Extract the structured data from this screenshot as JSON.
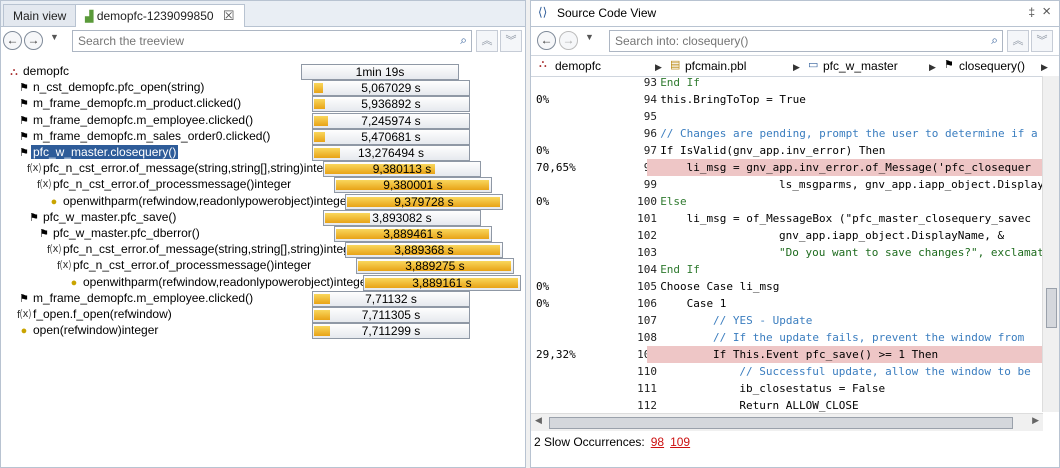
{
  "left": {
    "tabs": [
      {
        "label": "Main view"
      },
      {
        "label": "demopfc-1239099850",
        "close": "☒"
      }
    ],
    "search_placeholder": "Search the treeview",
    "tree": [
      {
        "label": "demopfc",
        "value": "1min 19s",
        "fill": 0,
        "icon": "app-icon"
      },
      {
        "label": "n_cst_demopfc.pfc_open(string)",
        "value": "5,067029 s",
        "fill": 0.06,
        "icon": "event-icon"
      },
      {
        "label": "m_frame_demopfc.m_product.clicked()",
        "value": "5,936892 s",
        "fill": 0.07,
        "icon": "event-icon"
      },
      {
        "label": "m_frame_demopfc.m_employee.clicked()",
        "value": "7,245974 s",
        "fill": 0.09,
        "icon": "event-icon"
      },
      {
        "label": "m_frame_demopfc.m_sales_order0.clicked()",
        "value": "5,470681 s",
        "fill": 0.07,
        "icon": "event-icon"
      },
      {
        "label": "pfc_w_master.closequery()",
        "value": "13,276494 s",
        "fill": 0.17,
        "icon": "event-icon"
      },
      {
        "label": "pfc_n_cst_error.of_message(string,string[],string)integer",
        "value": "9,380113 s",
        "fill": 0.71,
        "icon": "function-icon"
      },
      {
        "label": "pfc_n_cst_error.of_processmessage()integer",
        "value": "9,380001 s",
        "fill": 0.99,
        "icon": "function-icon"
      },
      {
        "label": "openwithparm(refwindow,readonlypowerobject)integer",
        "value": "9,379728 s",
        "fill": 0.99,
        "icon": "system-function-icon"
      },
      {
        "label": "pfc_w_master.pfc_save()",
        "value": "3,893082 s",
        "fill": 0.29,
        "icon": "event-icon"
      },
      {
        "label": "pfc_w_master.pfc_dberror()",
        "value": "3,889461 s",
        "fill": 0.99,
        "icon": "event-icon"
      },
      {
        "label": "pfc_n_cst_error.of_message(string,string[],string)integer",
        "value": "3,889368 s",
        "fill": 0.99,
        "icon": "function-icon"
      },
      {
        "label": "pfc_n_cst_error.of_processmessage()integer",
        "value": "3,889275 s",
        "fill": 0.99,
        "icon": "function-icon"
      },
      {
        "label": "openwithparm(refwindow,readonlypowerobject)integer",
        "value": "3,889161 s",
        "fill": 0.99,
        "icon": "system-function-icon"
      },
      {
        "label": "m_frame_demopfc.m_employee.clicked()",
        "value": "7,71132 s",
        "fill": 0.1,
        "icon": "event-icon"
      },
      {
        "label": "f_open.f_open(refwindow)",
        "value": "7,711305 s",
        "fill": 0.1,
        "icon": "function-icon"
      },
      {
        "label": "open(refwindow)integer",
        "value": "7,711299 s",
        "fill": 0.1,
        "icon": "system-function-icon"
      }
    ]
  },
  "right": {
    "title": "Source Code View",
    "pin": "‡",
    "close": "×",
    "search_placeholder": "Search into: closequery()",
    "breadcrumbs": [
      "demopfc",
      "pfcmain.pbl",
      "pfc_w_master",
      "closequery()"
    ],
    "code": [
      {
        "pct": "",
        "line": "93",
        "text": "End If",
        "indent": 2,
        "kind": "k"
      },
      {
        "pct": "0%",
        "line": "94",
        "text": "this.BringToTop = True",
        "indent": 2,
        "kind": "n"
      },
      {
        "pct": "",
        "line": "95",
        "text": "",
        "indent": 0,
        "kind": "n"
      },
      {
        "pct": "",
        "line": "96",
        "text": "// Changes are pending, prompt the user to determine if a",
        "indent": 2,
        "kind": "cm"
      },
      {
        "pct": "0%",
        "line": "97",
        "text": "If IsValid(gnv_app.inv_error) Then",
        "indent": 2,
        "kind": "n"
      },
      {
        "pct": "70,65%",
        "line": "98",
        "text": "li_msg = gnv_app.inv_error.of_Message('pfc_closequer",
        "indent": 6,
        "kind": "n",
        "hot": true
      },
      {
        "pct": "",
        "line": "99",
        "text": "ls_msgparms, gnv_app.iapp_object.Display",
        "indent": 20,
        "kind": "n"
      },
      {
        "pct": "0%",
        "line": "100",
        "text": "Else",
        "indent": 2,
        "kind": "k"
      },
      {
        "pct": "",
        "line": "101",
        "text": "li_msg = of_MessageBox (\"pfc_master_closequery_savec",
        "indent": 6,
        "kind": "n"
      },
      {
        "pct": "",
        "line": "102",
        "text": "gnv_app.iapp_object.DisplayName, &",
        "indent": 20,
        "kind": "n"
      },
      {
        "pct": "",
        "line": "103",
        "text": "\"Do you want to save changes?\", exclamat",
        "indent": 20,
        "kind": "s"
      },
      {
        "pct": "",
        "line": "104",
        "text": "End If",
        "indent": 2,
        "kind": "k"
      },
      {
        "pct": "0%",
        "line": "105",
        "text": "Choose Case li_msg",
        "indent": 2,
        "kind": "n"
      },
      {
        "pct": "0%",
        "line": "106",
        "text": "Case 1",
        "indent": 6,
        "kind": "n"
      },
      {
        "pct": "",
        "line": "107",
        "text": "// YES - Update",
        "indent": 10,
        "kind": "cm"
      },
      {
        "pct": "",
        "line": "108",
        "text": "// If the update fails, prevent the window from",
        "indent": 10,
        "kind": "cm"
      },
      {
        "pct": "29,32%",
        "line": "109",
        "text": "If This.Event pfc_save() >= 1 Then",
        "indent": 10,
        "kind": "n",
        "hot": true
      },
      {
        "pct": "",
        "line": "110",
        "text": "// Successful update, allow the window to be",
        "indent": 14,
        "kind": "cm"
      },
      {
        "pct": "",
        "line": "111",
        "text": "ib_closestatus = False",
        "indent": 14,
        "kind": "n"
      },
      {
        "pct": "",
        "line": "112",
        "text": "Return ALLOW_CLOSE",
        "indent": 14,
        "kind": "n"
      }
    ],
    "status": {
      "label": "2 Slow Occurrences:",
      "links": [
        "98",
        "109"
      ]
    }
  }
}
